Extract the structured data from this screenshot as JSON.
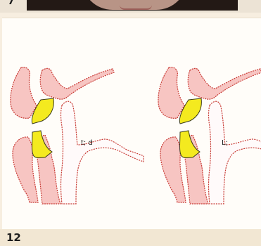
{
  "figure_top_number": "7",
  "figure_number": "12",
  "labels": {
    "left_diagram": "t; d",
    "right_diagram": "L;"
  },
  "colors": {
    "tissue_fill": "#f7c5c2",
    "tissue_outline": "#c83a34",
    "tooth_fill": "#f4ea1f",
    "background": "#fffdf9",
    "page_bg": "#f7eee0"
  }
}
